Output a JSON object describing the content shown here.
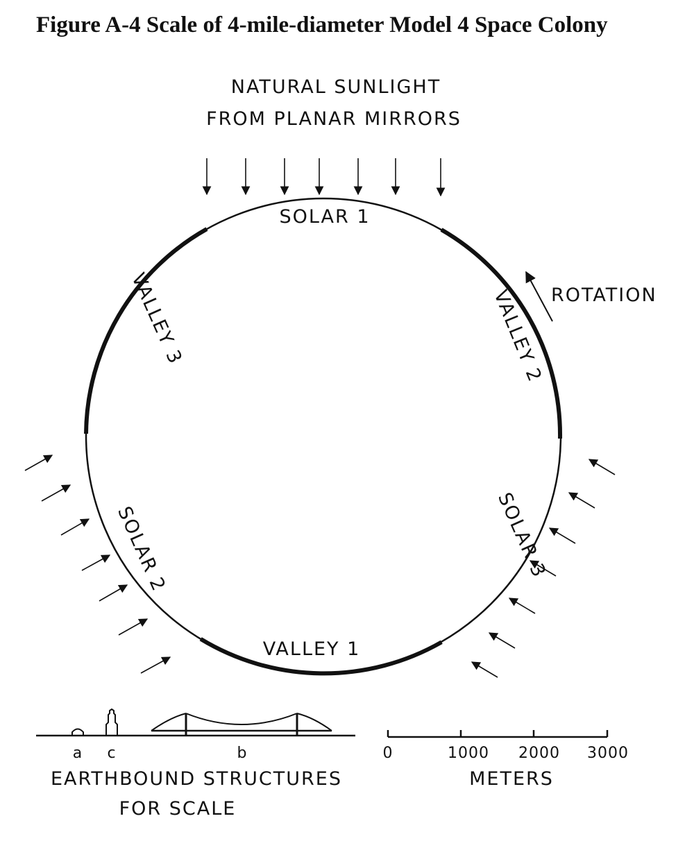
{
  "caption": "Figure A-4  Scale of 4-mile-diameter Model 4 Space Colony",
  "sunlight": {
    "line1": "NATURAL SUNLIGHT",
    "line2": "FROM PLANAR MIRRORS"
  },
  "regions": {
    "solar1": "SOLAR 1",
    "valley2": "VALLEY 2",
    "solar3": "SOLAR 3",
    "valley1": "VALLEY 1",
    "solar2": "SOLAR 2",
    "valley3": "VALLEY 3"
  },
  "rotation": "ROTATION",
  "earthbound": {
    "labels": {
      "a": "a",
      "c": "c",
      "b": "b"
    },
    "title1": "EARTHBOUND STRUCTURES",
    "title2": "FOR SCALE"
  },
  "scale_bar": {
    "ticks": [
      "0",
      "1000",
      "2000",
      "3000"
    ],
    "unit": "METERS"
  }
}
